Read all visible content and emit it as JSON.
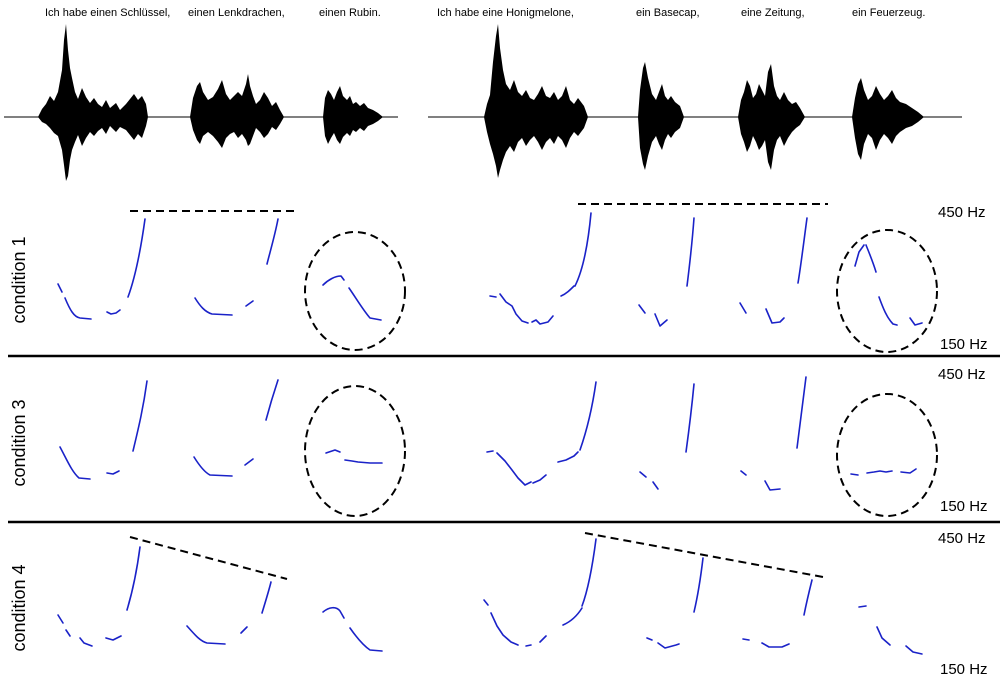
{
  "words": [
    "Ich habe einen Schlüssel,",
    "einen Lenkdrachen,",
    "einen Rubin.",
    "Ich habe eine Honigmelone,",
    "ein Basecap,",
    "eine Zeitung,",
    "ein Feuerzeug."
  ],
  "conditions": [
    "condition 1",
    "condition 3",
    "condition 4"
  ],
  "frequency_labels": {
    "high": "450 Hz",
    "low": "150 Hz"
  },
  "colors": {
    "pitch": "#1a22c8",
    "waveform": "#000000",
    "annotation": "#000000"
  }
}
